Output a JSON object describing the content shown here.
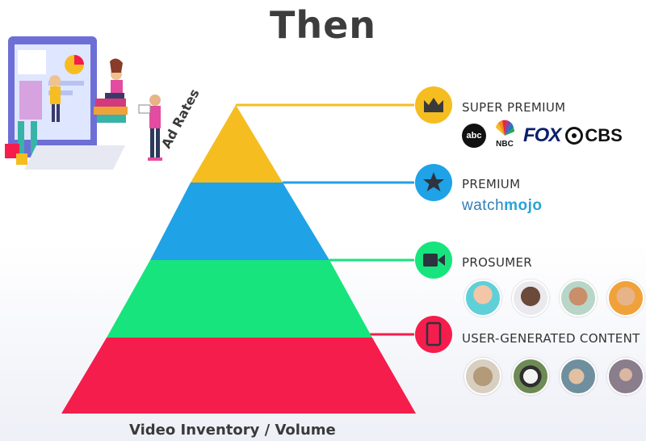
{
  "title": "Then",
  "axis": {
    "y_label": "Ad Rates",
    "x_label": "Video Inventory / Volume"
  },
  "tiers": [
    {
      "label": "SUPER PREMIUM",
      "color": "#f5bd20",
      "icon": "crown-icon"
    },
    {
      "label": "PREMIUM",
      "color": "#1fa2e6",
      "icon": "star-icon"
    },
    {
      "label": "PROSUMER",
      "color": "#17e47d",
      "icon": "video-camera-icon"
    },
    {
      "label": "USER-GENERATED CONTENT",
      "color": "#f41d4c",
      "icon": "smartphone-icon"
    }
  ],
  "logos": {
    "abc": "abc",
    "nbc": "NBC",
    "fox": "FOX",
    "cbs": "CBS",
    "watchmojo_a": "watch",
    "watchmojo_b": "mojo"
  },
  "avatars": {
    "prosumer": [
      "#5fd0d8",
      "#6b4a3a",
      "#c98e6a",
      "#f0a23a"
    ],
    "ugc": [
      "#a08a6a",
      "#2e2e2e",
      "#6f8f9f",
      "#8a7d8c"
    ]
  }
}
